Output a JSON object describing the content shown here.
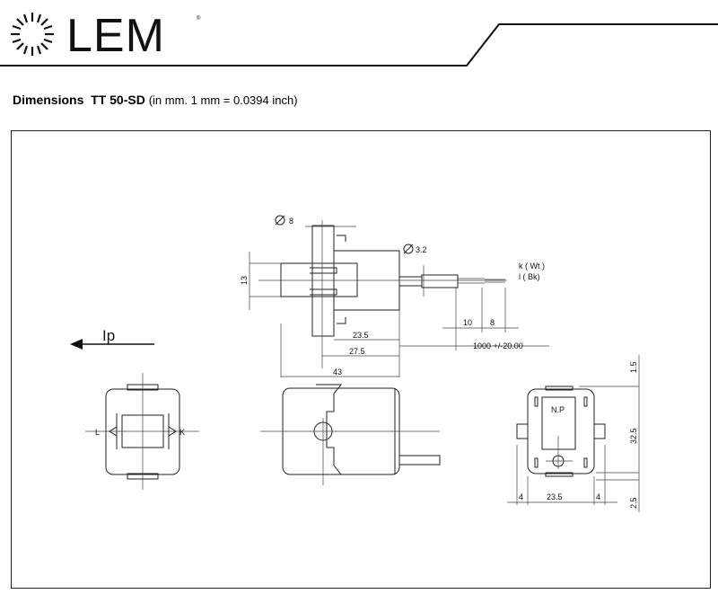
{
  "header": {
    "brand": "LEM",
    "registered_mark": "®"
  },
  "title": {
    "label": "Dimensions",
    "model": "TT 50-SD",
    "units_note": "(in mm. 1 mm = 0.0394 inch)"
  },
  "drawing": {
    "current_label": "Ip",
    "dims": {
      "dia_conductor": "8",
      "dia_cable": "3.2",
      "height": "13",
      "wire_k": "k ( Wt )",
      "wire_l": "l ( Bk)",
      "strip_10": "10",
      "strip_8": "8",
      "d_23_5": "23.5",
      "d_27_5": "27.5",
      "cable_len": "1000 +/-20.00",
      "d_43": "43",
      "side_1_5": "1.5",
      "side_32_5": "32.5",
      "side_2_5": "2.5",
      "bottom_4a": "4",
      "bottom_23_5": "23.5",
      "bottom_4b": "4",
      "np": "N.P",
      "left_L": "L",
      "left_K": "K"
    }
  }
}
